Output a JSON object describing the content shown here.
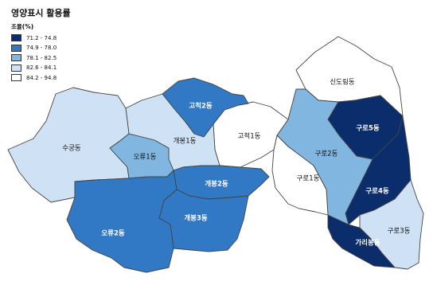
{
  "title": "영양표시 활용률",
  "legend": {
    "title": "조율(%)",
    "classes": [
      {
        "label": "71.2 - 74.8",
        "color": "#0b2d6b"
      },
      {
        "label": "74.9 - 78.0",
        "color": "#3179c4"
      },
      {
        "label": "78.1 - 82.5",
        "color": "#80b6df"
      },
      {
        "label": "82.6 - 84.1",
        "color": "#cfe1f4"
      },
      {
        "label": "84.2 - 94.8",
        "color": "#ffffff"
      }
    ]
  },
  "regions": [
    {
      "key": "sindorim",
      "name": "신도림동",
      "class": 4
    },
    {
      "key": "gocheok2",
      "name": "고척2동",
      "class": 1
    },
    {
      "key": "gocheok1",
      "name": "고척1동",
      "class": 4
    },
    {
      "key": "suggung",
      "name": "수궁동",
      "class": 3
    },
    {
      "key": "gaebong1",
      "name": "개봉1동",
      "class": 3
    },
    {
      "key": "oryu1",
      "name": "오류1동",
      "class": 2
    },
    {
      "key": "gaebong2",
      "name": "개봉2동",
      "class": 1
    },
    {
      "key": "gaebong3",
      "name": "개봉3동",
      "class": 1
    },
    {
      "key": "oryu2",
      "name": "오류2동",
      "class": 1
    },
    {
      "key": "guro1",
      "name": "구로1동",
      "class": 4
    },
    {
      "key": "guro2",
      "name": "구로2동",
      "class": 2
    },
    {
      "key": "guro5",
      "name": "구로5동",
      "class": 0
    },
    {
      "key": "guro4",
      "name": "구로4동",
      "class": 0
    },
    {
      "key": "guro3",
      "name": "구로3동",
      "class": 3
    },
    {
      "key": "garibong",
      "name": "가리봉동",
      "class": 0
    }
  ]
}
